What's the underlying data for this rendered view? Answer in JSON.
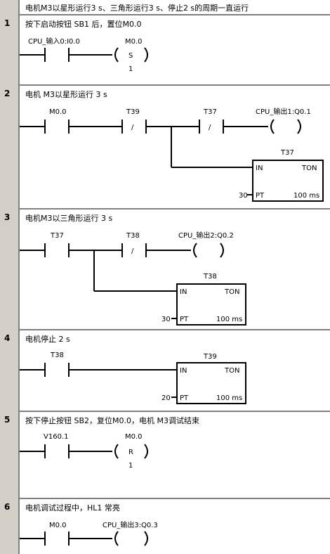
{
  "title": "电机M3以星形运行3 s、三角形运行3 s、停止2 s的周期一直运行",
  "networks": [
    {
      "number": "1",
      "title": "按下启动按钮 SB1 后，置位M0.0",
      "contact1": {
        "label": "CPU_输入0:I0.0"
      },
      "coil": {
        "label": "M0.0",
        "type": "S",
        "count": "1"
      }
    },
    {
      "number": "2",
      "title": "电机 M3以星形运行 3 s",
      "contact1": {
        "label": "M0.0"
      },
      "contact2": {
        "label": "T39",
        "symbol": "/"
      },
      "contact3": {
        "label": "T37",
        "symbol": "/"
      },
      "coil": {
        "label": "CPU_输出1:Q0.1"
      },
      "timer": {
        "name": "T37",
        "in": "IN",
        "type": "TON",
        "pt": "PT",
        "pt_value": "30",
        "unit": "100 ms"
      }
    },
    {
      "number": "3",
      "title": "电机M3以三角形运行 3 s",
      "contact1": {
        "label": "T37"
      },
      "contact2": {
        "label": "T38",
        "symbol": "/"
      },
      "coil": {
        "label": "CPU_输出2:Q0.2"
      },
      "timer": {
        "name": "T38",
        "in": "IN",
        "type": "TON",
        "pt": "PT",
        "pt_value": "30",
        "unit": "100 ms"
      }
    },
    {
      "number": "4",
      "title": "电机停止 2 s",
      "contact1": {
        "label": "T38"
      },
      "timer": {
        "name": "T39",
        "in": "IN",
        "type": "TON",
        "pt": "PT",
        "pt_value": "20",
        "unit": "100 ms"
      }
    },
    {
      "number": "5",
      "title": "按下停止按钮 SB2，复位M0.0，电机 M3调试结束",
      "contact1": {
        "label": "V160.1"
      },
      "coil": {
        "label": "M0.0",
        "type": "R",
        "count": "1"
      }
    },
    {
      "number": "6",
      "title": "电机调试过程中，HL1 常亮",
      "contact1": {
        "label": "M0.0"
      },
      "coil": {
        "label": "CPU_输出3:Q0.3"
      }
    }
  ]
}
